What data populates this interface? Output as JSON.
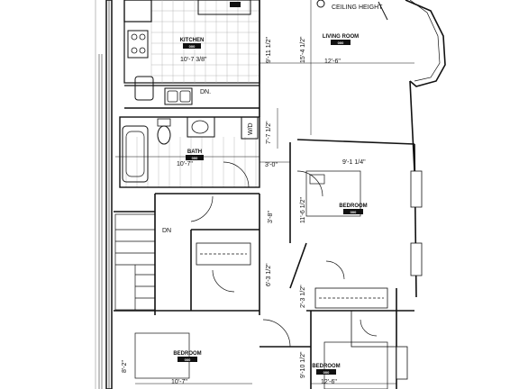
{
  "rooms": {
    "kitchen": {
      "name": "KITCHEN",
      "tag": "000",
      "dim_w": "10'-7 3/8\"",
      "dim_h": "9'-11 1/2\""
    },
    "living": {
      "name": "LIVING ROOM",
      "tag": "000",
      "dim_w": "12'-6\"",
      "dim_h": "15'-4 1/2\"",
      "note": "CEILING HEIGHT"
    },
    "bath": {
      "name": "BATH",
      "tag": "000",
      "dim_w": "10'-7\"",
      "dim_h": "7'-7 1/2\""
    },
    "bedroom_a": {
      "name": "BEDROOM",
      "tag": "000",
      "dim_w": "9'-1 1/4\"",
      "dim_h": "11'-6 1/2\""
    },
    "bedroom_b": {
      "name": "BEDROOM",
      "tag": "000",
      "dim_w": "10'-7\"",
      "dim_h": "8'-2\""
    },
    "bedroom_c": {
      "name": "BEDROOM",
      "tag": "000",
      "dim_w": "12'-6\"",
      "dim_h": "9'-10 1/2\""
    }
  },
  "labels": {
    "dn_sink": "DN.",
    "dn_stair": "DN",
    "wd": "W/D",
    "hall_w": "3'-0\"",
    "hall_h": "3'-8\"",
    "closet_h": "6'-3 1/2\"",
    "small_h": "2'-3 1/2\""
  }
}
